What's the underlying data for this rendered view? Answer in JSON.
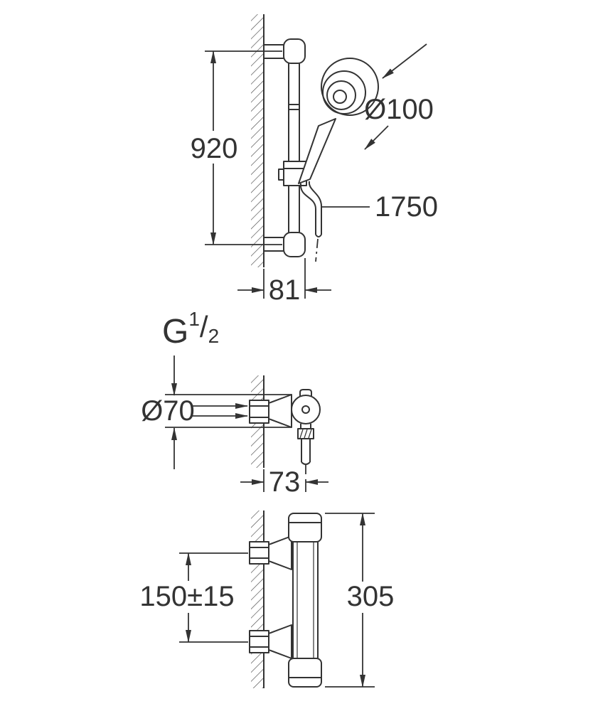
{
  "page": {
    "background": "#ffffff",
    "line_color": "#333333"
  },
  "dims": {
    "rail_height": "920",
    "head_diameter": "Ø100",
    "hose_length": "1750",
    "rail_offset": "81",
    "escutcheon_diameter": "Ø70",
    "valve_offset": "73",
    "center_distance": "150±15",
    "body_height": "305"
  },
  "thread": {
    "g": "G",
    "num": "1",
    "slash": "/",
    "den": "2"
  }
}
